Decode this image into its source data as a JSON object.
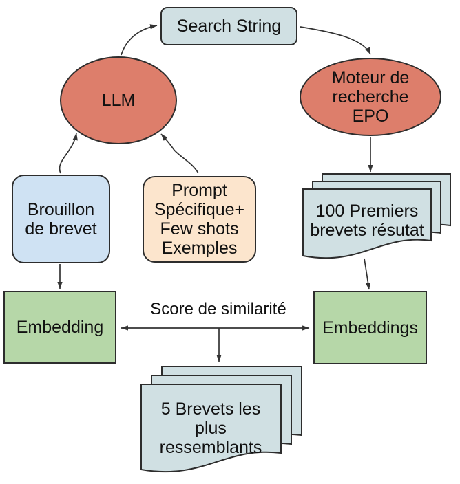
{
  "diagram": {
    "colors": {
      "background": "#ffffff",
      "process_red": "#dd7e6b",
      "doc_blue_gray": "#d0e0e3",
      "input_blue": "#cfe2f3",
      "prompt_orange": "#fce5cd",
      "embedding_green": "#b6d7a8",
      "stroke_dark": "#2d2d2d",
      "arrow": "#333333"
    },
    "nodes": {
      "search_string": {
        "label": "Search String",
        "shape": "rounded-rectangle"
      },
      "llm": {
        "label": "LLM",
        "shape": "ellipse"
      },
      "epo_search_engine": {
        "label": "Moteur de\nrecherche\nEPO",
        "shape": "ellipse"
      },
      "patent_draft": {
        "label": "Brouillon\nde brevet",
        "shape": "rounded-rectangle"
      },
      "prompt": {
        "label": "Prompt\nSpécifique+\nFew shots\nExemples",
        "shape": "rounded-rectangle"
      },
      "top_100_results": {
        "label": "100 Premiers\nbrevets résutat",
        "shape": "document-stack"
      },
      "embedding_left": {
        "label": "Embedding",
        "shape": "rectangle"
      },
      "embeddings_right": {
        "label": "Embeddings",
        "shape": "rectangle"
      },
      "top_5_similar": {
        "label": "5 Brevets les\nplus\nressemblants",
        "shape": "document-stack"
      }
    },
    "labels": {
      "similarity_score": "Score de similarité"
    }
  }
}
